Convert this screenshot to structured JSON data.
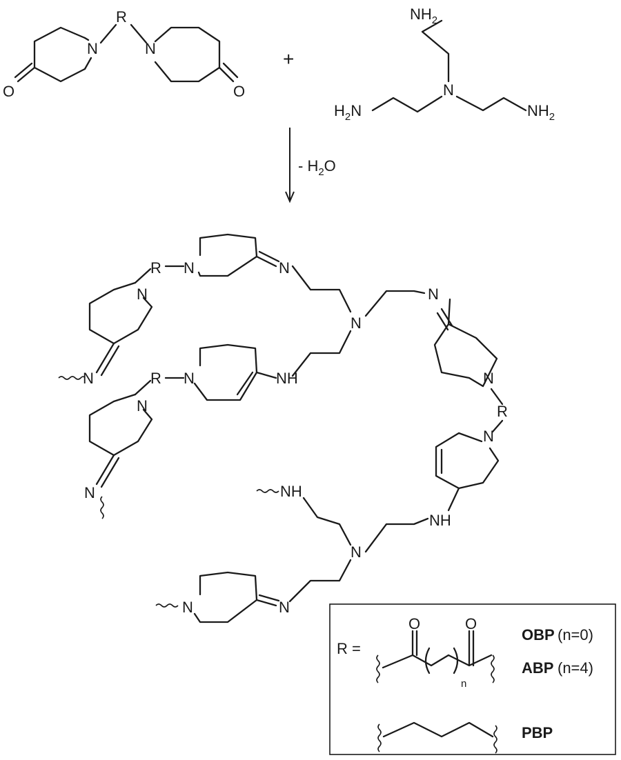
{
  "reaction": {
    "plus": "+",
    "byproduct": "- H",
    "byproduct_sub": "2",
    "byproduct_tail": "O"
  },
  "atoms": {
    "N": "N",
    "O": "O",
    "R": "R",
    "NH": "NH",
    "NH2": "NH",
    "NH2_sub": "2",
    "H2N_H": "H",
    "H2N_sub": "2",
    "H2N_N": "N"
  },
  "legend": {
    "r_label": "R =",
    "n_label": "n",
    "entries": [
      {
        "name": "OBP",
        "detail": "(n=0)"
      },
      {
        "name": "ABP",
        "detail": "(n=4)"
      },
      {
        "name": "PBP",
        "detail": ""
      }
    ]
  }
}
